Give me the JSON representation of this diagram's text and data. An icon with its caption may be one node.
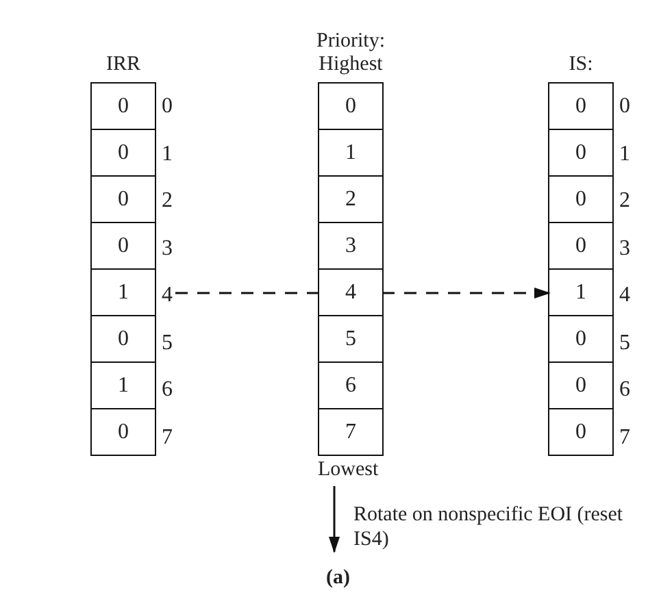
{
  "diagram": {
    "caption": "(a)",
    "nodes": [
      {
        "text": [
          "IRR"
        ]
      },
      {
        "text": [
          "0"
        ],
        "in": 0,
        "beside": [
          "0"
        ]
      },
      {
        "text": [
          "0"
        ],
        "in": 0,
        "beside": [
          "1"
        ]
      },
      {
        "text": [
          "0"
        ],
        "in": 0,
        "beside": [
          "2"
        ]
      },
      {
        "text": [
          "0"
        ],
        "in": 0,
        "beside": [
          "3"
        ]
      },
      {
        "text": [
          "1"
        ],
        "in": 0,
        "beside": [
          "4"
        ]
      },
      {
        "text": [
          "0"
        ],
        "in": 0,
        "beside": [
          "5"
        ]
      },
      {
        "text": [
          "1"
        ],
        "in": 0,
        "beside": [
          "6"
        ]
      },
      {
        "text": [
          "0"
        ],
        "in": 0,
        "beside": [
          "7"
        ]
      },
      {
        "text": [
          "Priority: Highest",
          "Lowest"
        ]
      },
      {
        "text": [
          "0"
        ],
        "in": 9
      },
      {
        "text": [
          "1"
        ],
        "in": 9
      },
      {
        "text": [
          "2"
        ],
        "in": 9
      },
      {
        "text": [
          "3"
        ],
        "in": 9
      },
      {
        "text": [
          "4"
        ],
        "in": 9
      },
      {
        "text": [
          "5"
        ],
        "in": 9
      },
      {
        "text": [
          "6"
        ],
        "in": 9
      },
      {
        "text": [
          "7"
        ],
        "in": 9
      },
      {
        "text": [
          "IS:"
        ]
      },
      {
        "text": [
          "0"
        ],
        "in": 18,
        "beside": [
          "0"
        ]
      },
      {
        "text": [
          "0"
        ],
        "in": 18,
        "beside": [
          "1"
        ]
      },
      {
        "text": [
          "0"
        ],
        "in": 18,
        "beside": [
          "2"
        ]
      },
      {
        "text": [
          "0"
        ],
        "in": 18,
        "beside": [
          "3"
        ]
      },
      {
        "text": [
          "1"
        ],
        "in": 18,
        "beside": [
          "4"
        ]
      },
      {
        "text": [
          "0"
        ],
        "in": 18,
        "beside": [
          "5"
        ]
      },
      {
        "text": [
          "0"
        ],
        "in": 18,
        "beside": [
          "6"
        ]
      },
      {
        "text": [
          "0"
        ],
        "in": 18,
        "beside": [
          "7"
        ]
      }
    ],
    "edges": [
      {
        "from": 5,
        "to": 14,
        "arrow": "none",
        "style": "dashed"
      },
      {
        "from": 14,
        "to": 23,
        "arrow": "to",
        "style": "dashed"
      },
      {
        "from": 9,
        "to": null,
        "arrow": "to",
        "label": "Rotate on nonspecific EOI (reset IS4)"
      }
    ]
  }
}
